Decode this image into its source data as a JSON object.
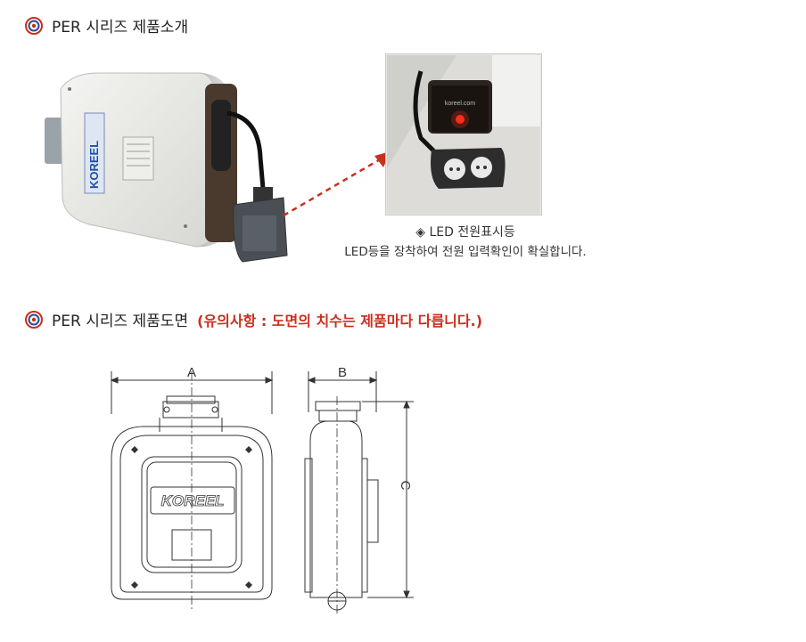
{
  "section1": {
    "title": "PER 시리즈 제품소개",
    "caption_title": "◈ LED 전원표시등",
    "caption_desc": "LED등을 장착하여 전원 입력확인이 확실합니다."
  },
  "section2": {
    "title": "PER 시리즈 제품도면",
    "note": "(유의사항 : 도면의 치수는 제품마다 다릅니다.)"
  },
  "drawing": {
    "dim_a": "A",
    "dim_b": "B",
    "dim_c": "C",
    "logo_text": "KOREEL"
  },
  "product": {
    "logo_text": "KOREEL",
    "led_panel_text": "koreel.com"
  },
  "colors": {
    "accent_red": "#c8301e",
    "bullet_blue": "#2a4a9a"
  }
}
